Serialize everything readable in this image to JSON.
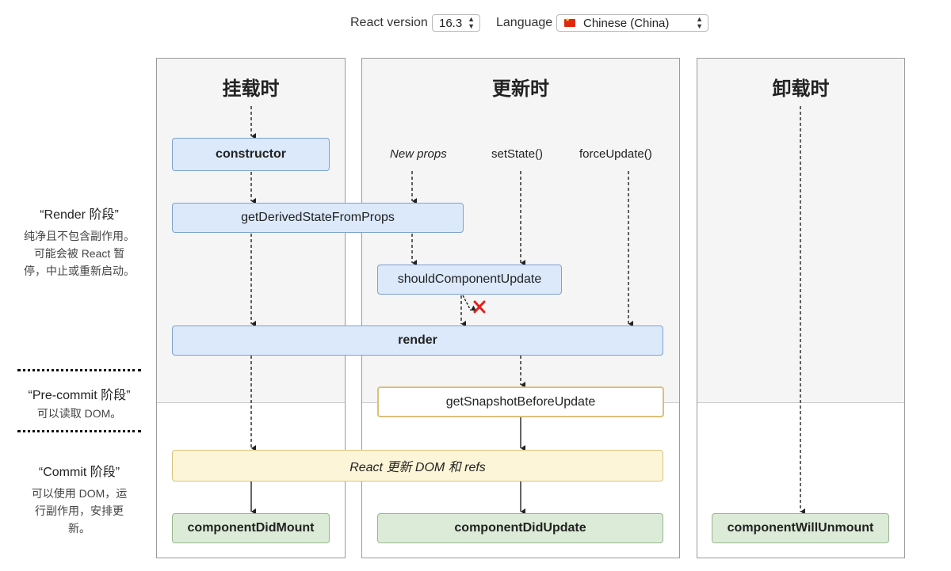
{
  "controls": {
    "version_label": "React version",
    "version_value": "16.3",
    "language_label": "Language",
    "language_value": "Chinese (China)"
  },
  "columns": {
    "mount": "挂载时",
    "update": "更新时",
    "unmount": "卸载时"
  },
  "triggers": {
    "new_props": "New props",
    "set_state": "setState()",
    "force_update": "forceUpdate()"
  },
  "boxes": {
    "constructor": "constructor",
    "gdsfp": "getDerivedStateFromProps",
    "scu": "shouldComponentUpdate",
    "render": "render",
    "gsbu": "getSnapshotBeforeUpdate",
    "react_updates": "React 更新 DOM 和 refs",
    "did_mount": "componentDidMount",
    "did_update": "componentDidUpdate",
    "will_unmount": "componentWillUnmount"
  },
  "phases": {
    "render_title": "“Render 阶段”",
    "render_desc": "纯净且不包含副作用。可能会被 React 暂停，中止或重新启动。",
    "precommit_title": "“Pre-commit 阶段”",
    "precommit_desc": "可以读取 DOM。",
    "commit_title": "“Commit 阶段”",
    "commit_desc": "可以使用 DOM，运行副作用，安排更新。"
  },
  "colors": {
    "blue_fill": "#dbe9fb",
    "green_fill": "#dcebd7",
    "yellow_fill": "#fdf5d7",
    "cancel_x": "#e2211c"
  },
  "icons": {
    "cancel": "cross-icon",
    "flag": "china-flag-icon"
  }
}
